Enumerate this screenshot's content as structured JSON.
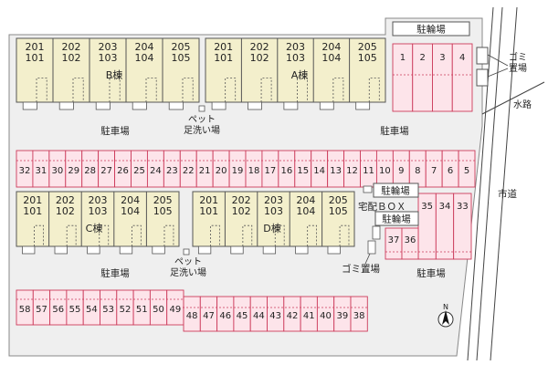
{
  "colors": {
    "lot": "#efefef",
    "building": "#f3efcc",
    "parking_stall": "#fde4ea",
    "stall_border": "#cc3a5a",
    "outline": "#555555"
  },
  "buildings": [
    {
      "name": "B棟",
      "units": [
        [
          "201",
          "101"
        ],
        [
          "202",
          "102"
        ],
        [
          "203",
          "103"
        ],
        [
          "204",
          "104"
        ],
        [
          "205",
          "105"
        ]
      ]
    },
    {
      "name": "A棟",
      "units": [
        [
          "201",
          "101"
        ],
        [
          "202",
          "102"
        ],
        [
          "203",
          "103"
        ],
        [
          "204",
          "104"
        ],
        [
          "205",
          "105"
        ]
      ]
    },
    {
      "name": "C棟",
      "units": [
        [
          "201",
          "101"
        ],
        [
          "202",
          "102"
        ],
        [
          "203",
          "103"
        ],
        [
          "204",
          "104"
        ],
        [
          "205",
          "105"
        ]
      ]
    },
    {
      "name": "D棟",
      "units": [
        [
          "201",
          "101"
        ],
        [
          "202",
          "102"
        ],
        [
          "203",
          "103"
        ],
        [
          "204",
          "104"
        ],
        [
          "205",
          "105"
        ]
      ]
    }
  ],
  "parking": {
    "middle_row": [
      "32",
      "31",
      "30",
      "29",
      "28",
      "27",
      "26",
      "25",
      "24",
      "23",
      "22",
      "21",
      "20",
      "19",
      "18",
      "17",
      "16",
      "15",
      "14",
      "13",
      "12",
      "11",
      "10",
      "9",
      "8",
      "7",
      "6",
      "5"
    ],
    "top_right": [
      "1",
      "2",
      "3",
      "4"
    ],
    "right_block_top": [
      "35",
      "34",
      "33"
    ],
    "right_block_bottom": [
      "37",
      "36"
    ],
    "bottom_row": [
      "58",
      "57",
      "56",
      "55",
      "54",
      "53",
      "52",
      "51",
      "50",
      "49",
      "48",
      "47",
      "46",
      "45",
      "44",
      "43",
      "42",
      "41",
      "40",
      "39",
      "38"
    ]
  },
  "labels": {
    "bicycle_top": "駐輪場",
    "garbage_top": "ゴミ置場",
    "waterway": "水路",
    "city_road": "市道",
    "parking_left_top": "駐車場",
    "parking_right_top": "駐車場",
    "pet_wash_top": "ペット足洗い場",
    "bicycle_mid": "駐輪場",
    "delivery_box": "宅配ＢＯＸ",
    "bicycle_low": "駐輪場",
    "garbage_low": "ゴミ置場",
    "pet_wash_low": "ペット足洗い場",
    "parking_left_bottom": "駐車場",
    "parking_right_bottom": "駐車場",
    "north": "N"
  }
}
